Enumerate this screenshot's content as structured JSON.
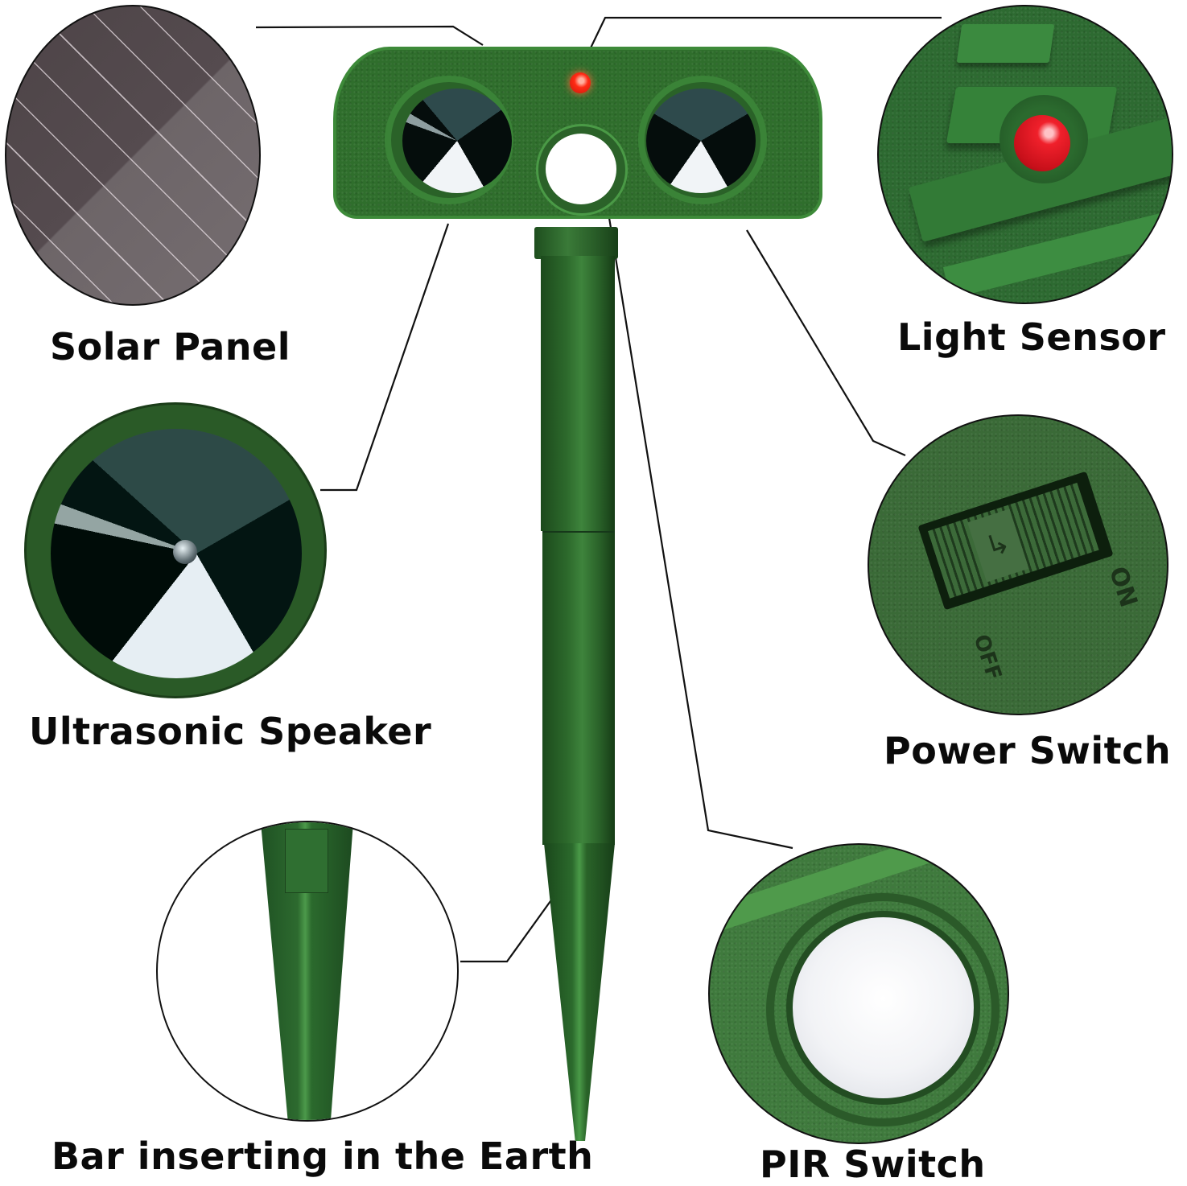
{
  "diagram": {
    "type": "product-feature-callouts",
    "subject": "Solar ultrasonic animal repeller with ground stake",
    "callouts": [
      {
        "id": "solar-panel",
        "label": "Solar Panel"
      },
      {
        "id": "light-sensor",
        "label": "Light Sensor"
      },
      {
        "id": "ultrasonic-speaker",
        "label": "Ultrasonic Speaker"
      },
      {
        "id": "power-switch",
        "label": "Power Switch",
        "switch_marks": {
          "on": "ON",
          "off": "OFF"
        }
      },
      {
        "id": "bar",
        "label": "Bar inserting in the Earth"
      },
      {
        "id": "pir-switch",
        "label": "PIR Switch"
      }
    ],
    "colors": {
      "body_green": "#2f6b2c",
      "body_dark": "#1e4a1e",
      "led_red": "#e0141b",
      "solar_dark": "#4e4548",
      "solar_light": "#6f6769",
      "leader_line": "#111111",
      "label_text": "#0a0a0a"
    }
  }
}
